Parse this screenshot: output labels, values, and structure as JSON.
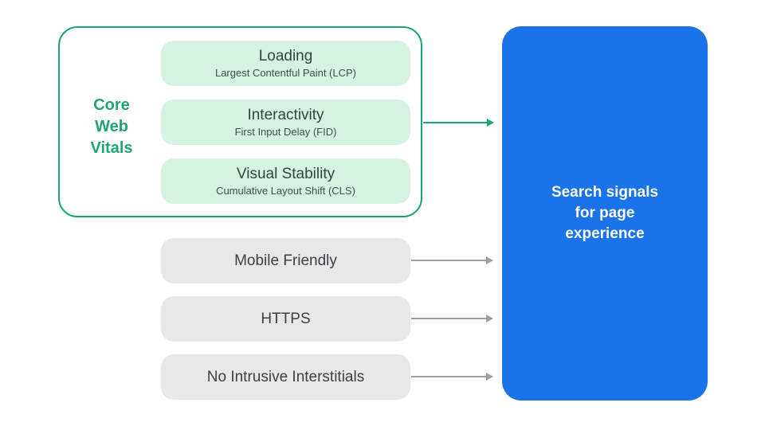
{
  "diagram": {
    "title_hidden": "",
    "core_web_vitals": {
      "label": "Core Web Vitals",
      "label_lines": [
        "Core",
        "Web",
        "Vitals"
      ],
      "items": [
        {
          "title": "Loading",
          "subtitle": "Largest Contentful Paint (LCP)"
        },
        {
          "title": "Interactivity",
          "subtitle": "First Input Delay (FID)"
        },
        {
          "title": "Visual Stability",
          "subtitle": "Cumulative Layout Shift (CLS)"
        }
      ]
    },
    "other_signals": [
      {
        "label": "Mobile Friendly"
      },
      {
        "label": "HTTPS"
      },
      {
        "label": "No Intrusive Interstitials"
      }
    ],
    "result_box": {
      "label": "Search signals for page experience",
      "lines": [
        "Search signals",
        "for page",
        "experience"
      ]
    },
    "colors": {
      "green_accent": "#1EA672",
      "mint_fill": "#D5F2E3",
      "gray_fill": "#E8E8E9",
      "arrow_gray": "#9AA0A6",
      "blue_fill": "#1A73E8",
      "dark_text": "#3C4043",
      "white_text": "#FFFFFF"
    }
  }
}
